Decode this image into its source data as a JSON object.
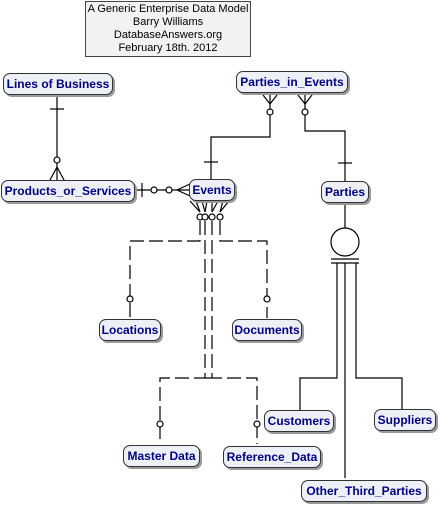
{
  "header": {
    "line1": "A Generic Enterprise Data Model",
    "line2": "Barry Williams",
    "line3": "DatabaseAnswers.org",
    "line4": "February 18th. 2012"
  },
  "entities": {
    "lines_of_business": "Lines of Business",
    "parties_in_events": "Parties_in_Events",
    "products_or_services": "Products_or_Services",
    "events": "Events",
    "parties": "Parties",
    "locations": "Locations",
    "documents": "Documents",
    "customers": "Customers",
    "suppliers": "Suppliers",
    "master_data": "Master Data",
    "reference_data": "Reference_Data",
    "other_third_parties": "Other_Third_Parties"
  },
  "colors": {
    "entity_text": "#000080",
    "entity_fill": "#eef0f8",
    "line": "#000000"
  }
}
